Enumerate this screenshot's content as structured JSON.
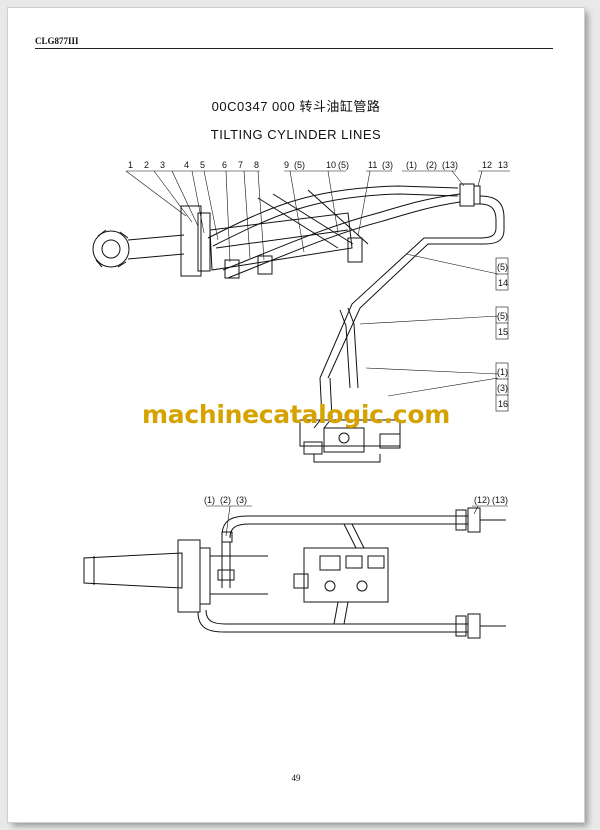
{
  "header": {
    "model": "CLG877III"
  },
  "title": {
    "chinese": "00C0347 000 转斗油缸管路",
    "english": "TILTING CYLINDER LINES"
  },
  "callouts_top": [
    "1",
    "2",
    "3",
    "4",
    "5",
    "6",
    "7",
    "8",
    "9",
    "(5)",
    "10",
    "(5)",
    "11",
    "(3)",
    "(1)",
    "(2)",
    "(13)",
    "12",
    "13"
  ],
  "callouts_side": {
    "c14": [
      "(5)",
      "14"
    ],
    "c15": [
      "(5)",
      "15"
    ],
    "c16": [
      "(1)",
      "(3)",
      "16"
    ]
  },
  "callouts_bottom": [
    "(1)",
    "(2)",
    "(3)",
    "(12)",
    "(13)"
  ],
  "watermark": "machinecatalogic.com",
  "page_number": "49"
}
